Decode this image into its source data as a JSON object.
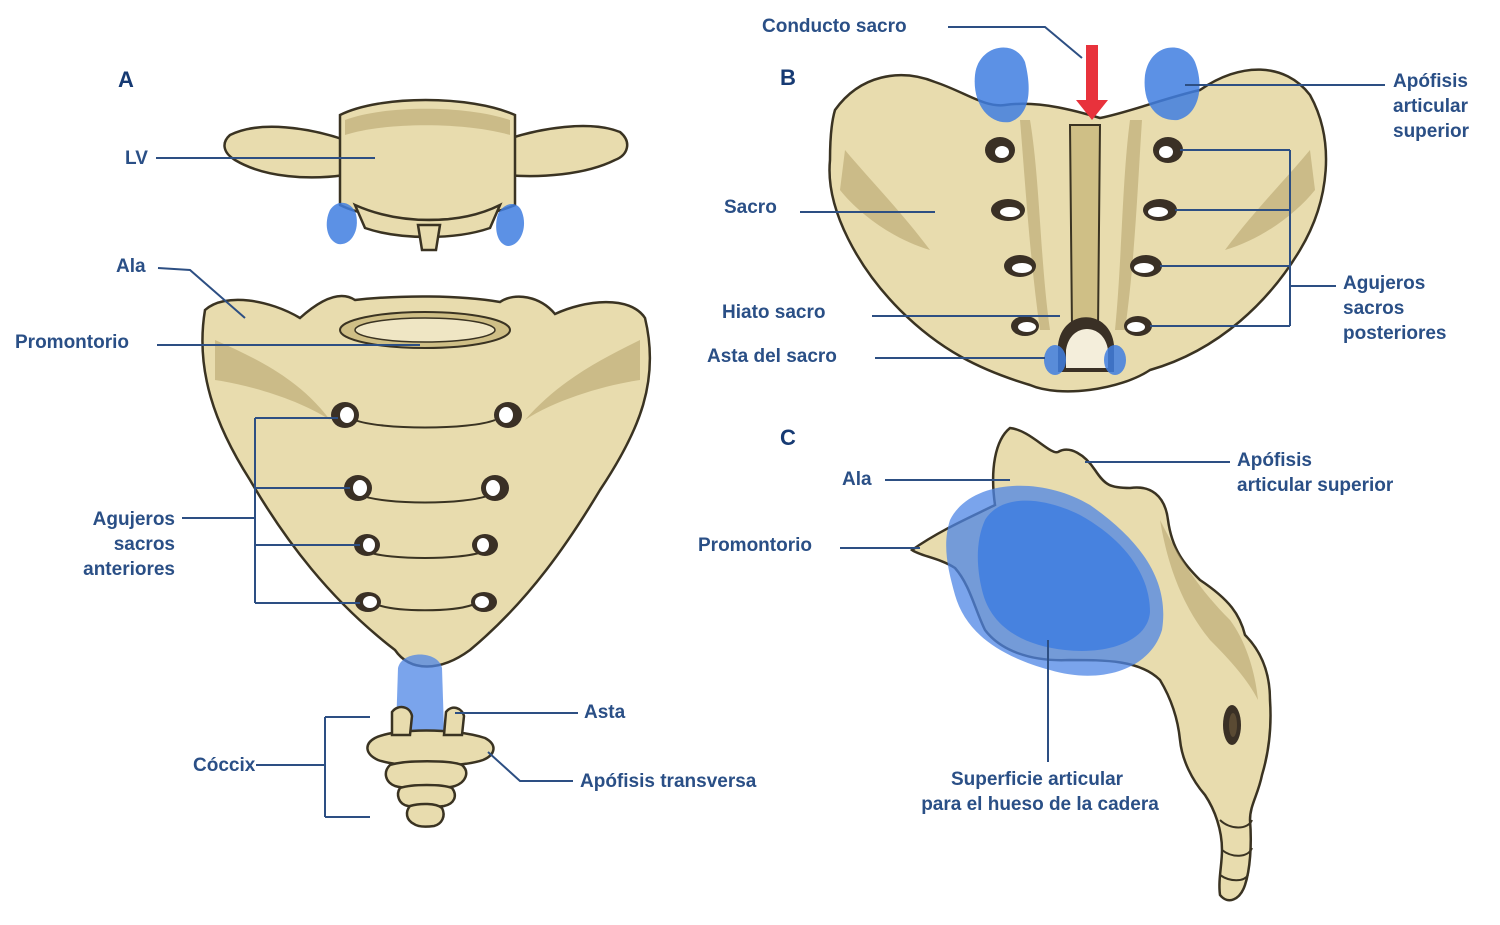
{
  "panels": {
    "a": "A",
    "b": "B",
    "c": "C"
  },
  "labels_a": {
    "lv": "LV",
    "ala": "Ala",
    "promontorio": "Promontorio",
    "agujeros": [
      "Agujeros",
      "sacros",
      "anteriores"
    ],
    "asta": "Asta",
    "coccix": "Cóccix",
    "apofisis_transversa": "Apófisis transversa"
  },
  "labels_b": {
    "conducto_sacro": "Conducto sacro",
    "apofisis_articular_superior": [
      "Apófisis",
      "articular",
      "superior"
    ],
    "sacro": "Sacro",
    "agujeros": [
      "Agujeros",
      "sacros",
      "posteriores"
    ],
    "hiato_sacro": "Hiato sacro",
    "asta_del_sacro": "Asta del sacro"
  },
  "labels_c": {
    "ala": "Ala",
    "apofisis_articular_superior": [
      "Apófisis",
      "articular superior"
    ],
    "promontorio": "Promontorio",
    "superficie_articular": [
      "Superficie articular",
      "para el hueso de la cadera"
    ]
  },
  "colors": {
    "bone": "#e8dcae",
    "cartilage_blue": "#3f7ee0",
    "canal_arrow_red": "#e8323c",
    "label_blue": "#2a4f86"
  }
}
